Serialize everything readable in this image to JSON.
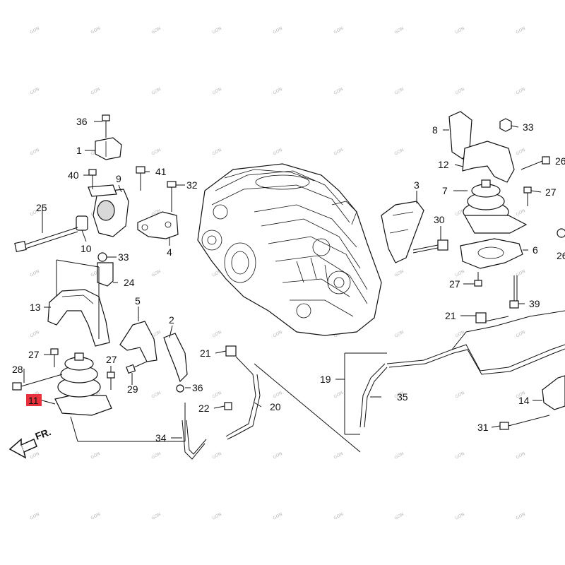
{
  "diagram": {
    "callouts": {
      "c36a": "36",
      "c1": "1",
      "c40": "40",
      "c9": "9",
      "c41": "41",
      "c32": "32",
      "c25": "25",
      "c10": "10",
      "c4": "4",
      "c33a": "33",
      "c24": "24",
      "c13": "13",
      "c5": "5",
      "c2": "2",
      "c27a": "27",
      "c28": "28",
      "c27b": "27",
      "c29": "29",
      "c36b": "36",
      "c11": "11",
      "c21a": "21",
      "c22": "22",
      "c20": "20",
      "c34": "34",
      "c19": "19",
      "c35": "35",
      "c8": "8",
      "c33b": "33",
      "c12": "12",
      "c26a": "26",
      "c7": "7",
      "c27c": "27",
      "c3": "3",
      "c30": "30",
      "c6": "6",
      "c26b": "26",
      "c27d": "27",
      "c39": "39",
      "c21b": "21",
      "c14": "14",
      "c31": "31"
    },
    "front_arrow_label": "FR.",
    "highlight_color": "#e5323c",
    "watermark": "GON"
  }
}
